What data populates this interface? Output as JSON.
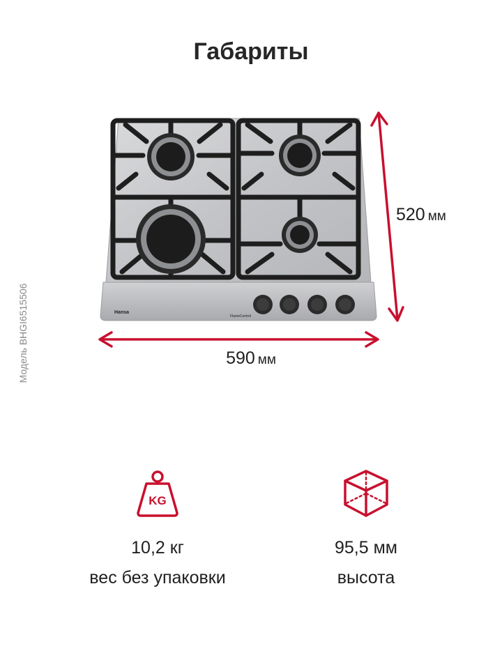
{
  "header": {
    "title": "Габариты"
  },
  "side_label": "Модель BHGI6515506",
  "product": {
    "brand": "Hansa",
    "feature_label": "FlameControl"
  },
  "dimensions": {
    "depth": {
      "value": "520",
      "unit": "мм"
    },
    "width": {
      "value": "590",
      "unit": "мм"
    }
  },
  "specs": [
    {
      "icon": "weight-kg-icon",
      "icon_label": "KG",
      "value": "10,2 кг",
      "caption": "вес без упаковки"
    },
    {
      "icon": "box-3d-icon",
      "value": "95,5 мм",
      "caption": "высота"
    }
  ],
  "colors": {
    "accent": "#c8102e",
    "text": "#1f1f1f",
    "muted": "#8a8a8a",
    "steel": "#c9cacc",
    "grate": "#1e1e1e"
  }
}
